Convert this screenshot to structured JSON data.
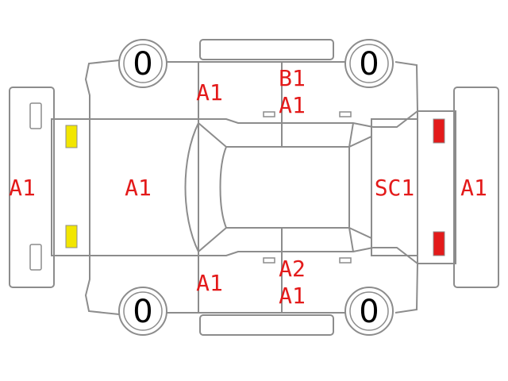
{
  "diagram": {
    "colors": {
      "outline": "#8c8c8c",
      "damage_code": "#e31a1a",
      "front_lamp": "#f2e600",
      "rear_lamp": "#e31a1a",
      "tire_text": "#000000"
    },
    "tires": {
      "front_left": "0",
      "rear_left": "0",
      "front_right": "0",
      "rear_right": "0"
    },
    "codes": {
      "front_bumper": "A1",
      "hood": "A1",
      "top_front_fender": "A1",
      "top_rear_door_1": "B1",
      "top_rear_door_2": "A1",
      "bottom_front_fender": "A1",
      "bottom_rear_door_1": "A2",
      "bottom_rear_door_2": "A1",
      "trunk": "SC1",
      "rear_bumper": "A1"
    }
  }
}
